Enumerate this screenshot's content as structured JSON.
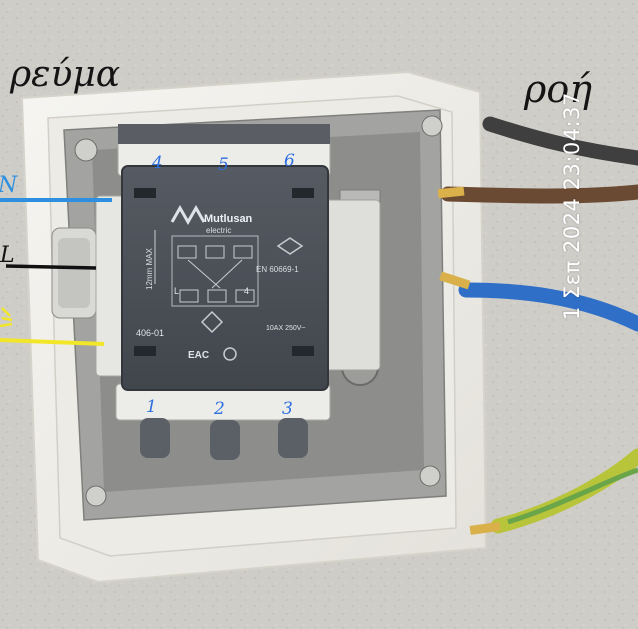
{
  "handwritten": {
    "top_left": "ρεύμα",
    "top_right": "ροή",
    "left_n": "N",
    "left_l": "L"
  },
  "photo_timestamp": "1 Σεπ 2024 23:04:37",
  "device": {
    "brand": "Mutlusan",
    "brand_sub": "electric",
    "model": "406-01",
    "standard": "EN 60669-1",
    "rating": "10AX 250V~",
    "wire_gauge": "12mm MAX",
    "certification": "EAC",
    "terminal_top": [
      "4",
      "5",
      "6"
    ],
    "terminal_bottom": [
      "1",
      "2",
      "3"
    ],
    "diagram_labels": [
      "L",
      "4"
    ]
  },
  "colors": {
    "wall": "#cfcdc8",
    "frame": "#f2f0ea",
    "metal": "#9a9b98",
    "body": "#4a4f56",
    "blue_wire": "#2f6fc8",
    "brown_wire": "#6b4a33",
    "gray_wire": "#4a4a4a",
    "yellow_green_wire": "#b8c53a",
    "annotation_blue": "#2e8fe0",
    "annotation_yellow": "#f2e629"
  }
}
